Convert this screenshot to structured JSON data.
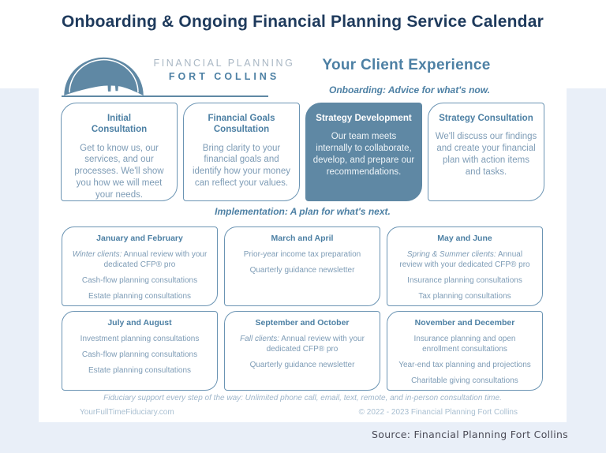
{
  "page": {
    "title": "Onboarding & Ongoing Financial Planning Service Calendar",
    "source_caption": "Source: Financial Planning Fort Collins"
  },
  "brand": {
    "logo_line1": "FINANCIAL PLANNING",
    "logo_line2": "FORT COLLINS",
    "logo_icon": "horsetooth-dome-icon"
  },
  "experience": {
    "heading": "Your Client Experience",
    "onboarding_caption": "Onboarding: Advice for what's now.",
    "implementation_caption": "Implementation: A plan for what's next."
  },
  "onboarding_steps": [
    {
      "title": "Initial\nConsultation",
      "body": "Get to know us, our services, and our processes. We'll show you how we will meet your needs.",
      "filled": false
    },
    {
      "title": "Financial Goals\nConsultation",
      "body": "Bring clarity to your financial goals and identify how your money can reflect your values.",
      "filled": false
    },
    {
      "title": "Strategy Development",
      "body": "Our team meets internally to collaborate, develop, and prepare our recommendations.",
      "filled": true
    },
    {
      "title": "Strategy Consultation",
      "body": "We'll discuss our findings and create your financial plan with action items and tasks.",
      "filled": false
    }
  ],
  "months": [
    {
      "title": "January and February",
      "items": [
        {
          "lead": "Winter clients:",
          "text": " Annual review with your dedicated CFP® pro"
        },
        {
          "lead": "",
          "text": "Cash-flow planning consultations"
        },
        {
          "lead": "",
          "text": "Estate planning consultations"
        }
      ]
    },
    {
      "title": "March and April",
      "items": [
        {
          "lead": "",
          "text": "Prior-year income tax preparation"
        },
        {
          "lead": "",
          "text": "Quarterly guidance newsletter"
        }
      ]
    },
    {
      "title": "May and June",
      "items": [
        {
          "lead": "Spring & Summer clients:",
          "text": " Annual review with your dedicated CFP® pro"
        },
        {
          "lead": "",
          "text": "Insurance planning consultations"
        },
        {
          "lead": "",
          "text": "Tax planning consultations"
        }
      ]
    },
    {
      "title": "July and August",
      "items": [
        {
          "lead": "",
          "text": "Investment planning consultations"
        },
        {
          "lead": "",
          "text": "Cash-flow planning consultations"
        },
        {
          "lead": "",
          "text": "Estate planning consultations"
        }
      ]
    },
    {
      "title": "September and October",
      "items": [
        {
          "lead": "Fall clients:",
          "text": " Annual review with your dedicated CFP® pro"
        },
        {
          "lead": "",
          "text": "Quarterly guidance newsletter"
        }
      ]
    },
    {
      "title": "November and December",
      "items": [
        {
          "lead": "",
          "text": "Insurance planning and open enrollment consultations"
        },
        {
          "lead": "",
          "text": "Year-end tax planning and projections"
        },
        {
          "lead": "",
          "text": "Charitable giving consultations"
        }
      ]
    }
  ],
  "footer": {
    "fiduciary_note": "Fiduciary support every step of the way: Unlimited phone call, email, text, remote, and in-person consultation time.",
    "website": "YourFullTimeFiduciary.com",
    "copyright": "© 2022 - 2023 Financial Planning Fort Collins"
  },
  "colors": {
    "title_navy": "#1e3a5c",
    "steel_blue": "#4d80a4",
    "box_border": "#6b94b3",
    "body_text": "#7e9cb6",
    "filled_box": "#5f88a4",
    "page_tint": "#e9eff8",
    "muted_footer": "#a9bfd1"
  }
}
